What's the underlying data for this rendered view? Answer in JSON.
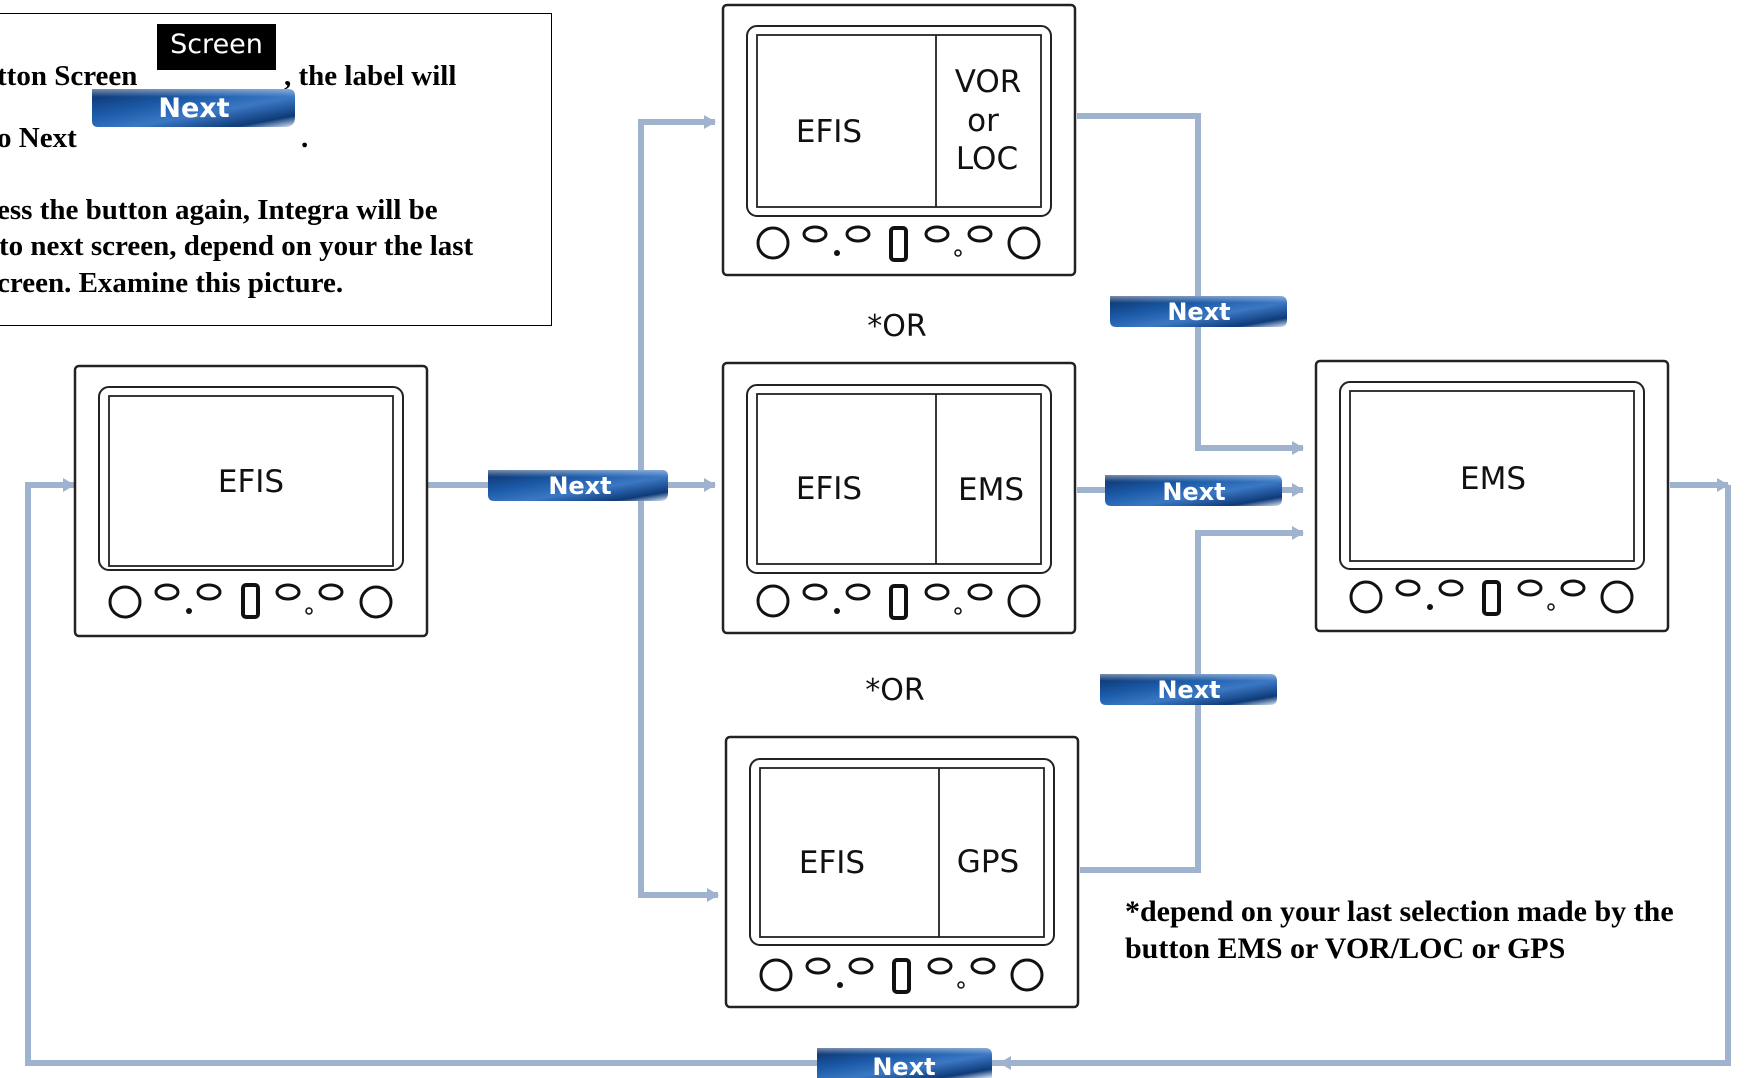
{
  "note": {
    "line1_pre": "tton Screen",
    "screen_chip": "Screen",
    "line1_post": ", the label will",
    "line2_pre": "o Next",
    "next_chip": "Next",
    "line2_post": ".",
    "line3": "ess the button again, Integra will be",
    "line4": "to next screen, depend on your the last",
    "line5": "creen. Examine this picture."
  },
  "devices": {
    "main": {
      "label": "EFIS"
    },
    "top": {
      "left": "EFIS",
      "right_lines": [
        "VOR",
        "or",
        "LOC"
      ]
    },
    "middle": {
      "left": "EFIS",
      "right": "EMS"
    },
    "bottom": {
      "left": "EFIS",
      "right": "GPS"
    },
    "ems": {
      "label": "EMS"
    }
  },
  "or_labels": [
    "*OR",
    "*OR"
  ],
  "next_buttons": [
    "Next",
    "Next",
    "Next",
    "Next",
    "Next"
  ],
  "footnote": {
    "line1": "*depend on your last selection made by the",
    "line2": "button EMS or VOR/LOC or GPS"
  },
  "colors": {
    "arrow": "#9fb3cf",
    "button_dark": "#0e3a78",
    "button_light": "#eef3fa",
    "device_frame": "#222222"
  }
}
